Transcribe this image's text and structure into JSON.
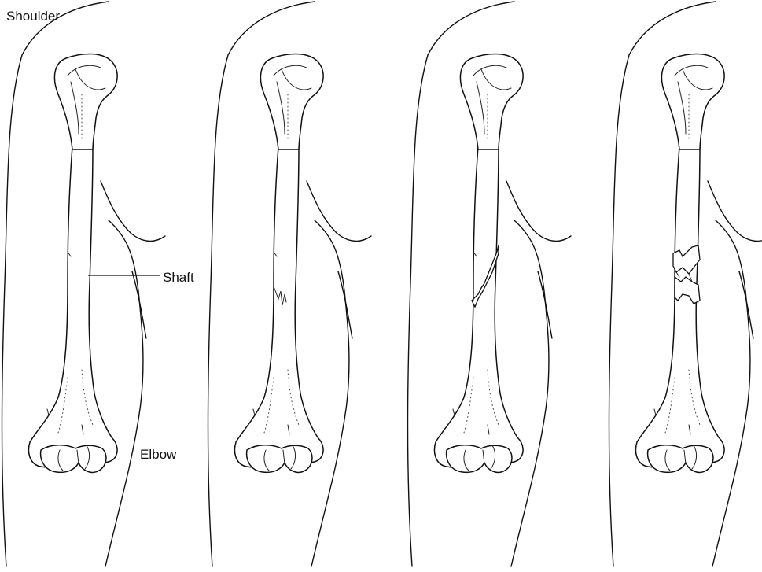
{
  "labels": {
    "shoulder": "Shoulder",
    "shaft": "Shaft",
    "elbow": "Elbow"
  },
  "panels": [
    {
      "fracture": "none"
    },
    {
      "fracture": "hairline"
    },
    {
      "fracture": "oblique"
    },
    {
      "fracture": "comminuted"
    }
  ],
  "colors": {
    "line": "#111111",
    "background": "#ffffff"
  }
}
